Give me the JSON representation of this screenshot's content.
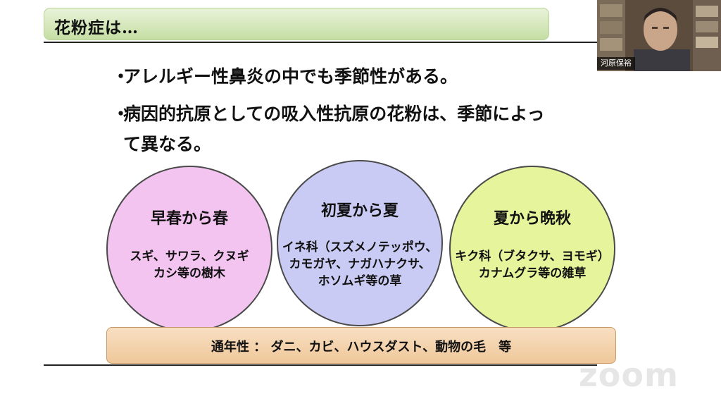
{
  "slide": {
    "title": "花粉症は…",
    "bullets": [
      {
        "marker": "・",
        "line1": "アレルギー性鼻炎の中でも季節性がある。"
      },
      {
        "marker": "・",
        "line1": "病因的抗原としての吸入性抗原の花粉は、季節によっ",
        "line2": "て異なる。"
      }
    ],
    "seasons": [
      {
        "heading": "早春から春",
        "lines": [
          "スギ、サワラ、クヌギ",
          "カシ等の樹木"
        ],
        "color": "#f3c4f0"
      },
      {
        "heading": "初夏から夏",
        "lines": [
          "イネ科（スズメノテッポウ、",
          "カモガヤ、ナガハナクサ、",
          "ホソムギ等の草"
        ],
        "color": "#cacbf4"
      },
      {
        "heading": "夏から晩秋",
        "lines": [
          "キク科（ブタクサ、ヨモギ）",
          "カナムグラ等の雑草"
        ],
        "color": "#e6f49b"
      }
    ],
    "year_round": "通年性 ： ダニ、カビ、ハウスダスト、動物の毛　等"
  },
  "video": {
    "participant_name": "河原保裕"
  },
  "zoom": {
    "logo_text": "zoom"
  }
}
